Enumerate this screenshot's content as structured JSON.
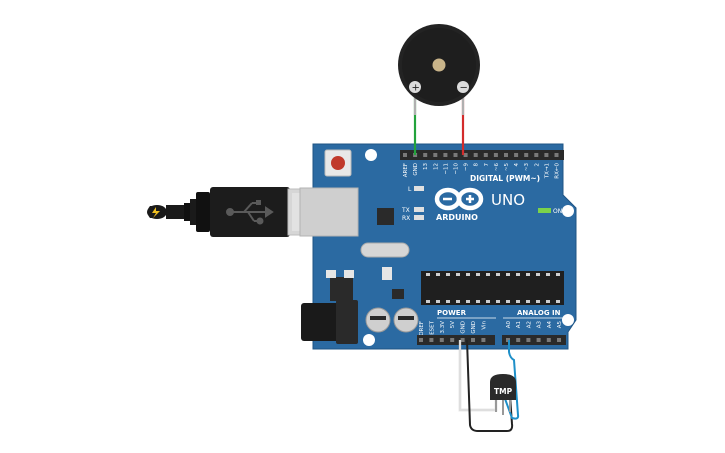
{
  "board": {
    "brand": "ARDUINO",
    "model": "UNO",
    "digital_label": "DIGITAL (PWM~)",
    "power_label": "POWER",
    "analog_label": "ANALOG IN",
    "on_label": "ON",
    "led_l": "L",
    "led_tx": "TX",
    "led_rx": "RX",
    "digital_pins": [
      "AREF",
      "GND",
      "13",
      "12",
      "~11",
      "~10",
      "~9",
      "8",
      "7",
      "~6",
      "~5",
      "4",
      "~3",
      "2",
      "TX→1",
      "RX←0"
    ],
    "power_pins": [
      "IOREF",
      "RESET",
      "3.3V",
      "5V",
      "GND",
      "GND",
      "Vin"
    ],
    "analog_pins": [
      "A0",
      "A1",
      "A2",
      "A3",
      "A4",
      "A5"
    ],
    "colors": {
      "board": "#2b6aa2",
      "board_edge": "#1f5484",
      "header": "#2a2a2a"
    }
  },
  "buzzer": {
    "plus_label": "+",
    "minus_label": "−"
  },
  "sensor": {
    "label": "TMP"
  },
  "wires": {
    "colors": {
      "green": "#23a33c",
      "red": "#d32b2b",
      "black": "#222222",
      "white": "#f2f2f2",
      "blue": "#1e8fc8"
    }
  }
}
